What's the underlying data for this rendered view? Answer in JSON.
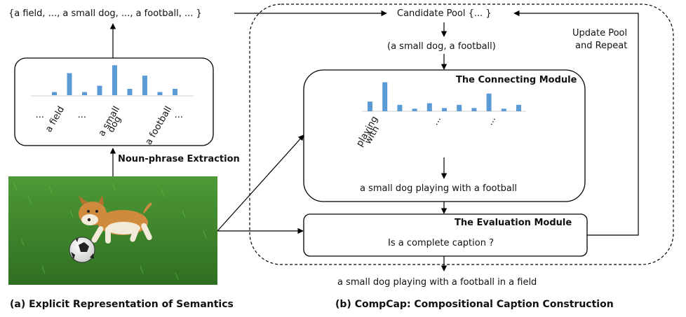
{
  "left": {
    "phrase_set": "{a field, ..., a small dog, ..., a football, ... }",
    "extraction_label": "Noun-phrase Extraction",
    "caption": "(a) Explicit Representation of Semantics",
    "histogram_labels": [
      "...",
      "a field",
      "...",
      "a small",
      "dog",
      "a football",
      "..."
    ],
    "histogram_values": [
      0.1,
      0.7,
      0.1,
      0.3,
      0.95,
      0.2,
      0.62,
      0.1,
      0.2
    ]
  },
  "right": {
    "candidate_pool": "Candidate Pool  {... }",
    "update_label_line1": "Update Pool",
    "update_label_line2": "and Repeat",
    "pair": "(a small dog, a football)",
    "connecting_title": "The Connecting Module",
    "histogram_labels": [
      "playing",
      "with",
      "...",
      "..."
    ],
    "histogram_values": [
      0.3,
      0.9,
      0.2,
      0.08,
      0.25,
      0.1,
      0.2,
      0.1,
      0.55,
      0.08,
      0.2
    ],
    "connecting_output": "a small dog playing with a football",
    "evaluation_title": "The Evaluation Module",
    "evaluation_question": "Is a complete caption ?",
    "final_output": "a small dog playing with a football in a field",
    "caption": "(b) CompCap: Compositional Caption Construction"
  },
  "image": {
    "subject": "puppy playing with a soccer ball on grass"
  },
  "colors": {
    "bar": "#5b9bd5",
    "grass": "#3f8a2c"
  }
}
